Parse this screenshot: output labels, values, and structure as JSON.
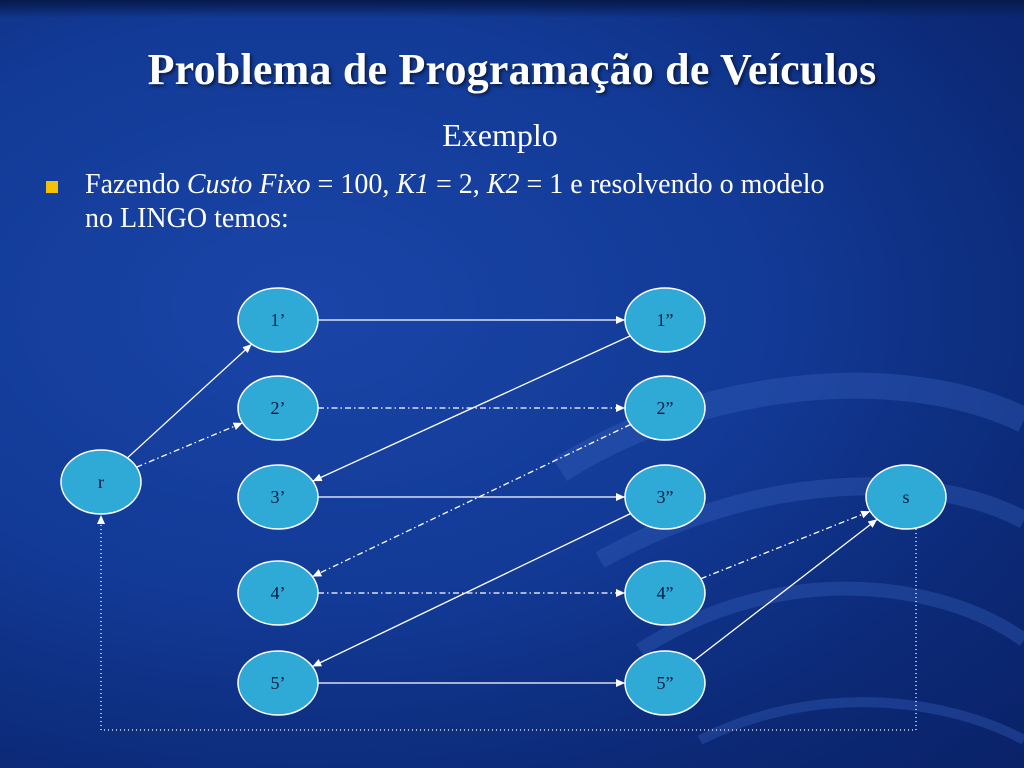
{
  "slide": {
    "title": "Problema de Programação de Veículos",
    "subtitle": "Exemplo"
  },
  "bullet": {
    "t1": "Fazendo ",
    "t2": "Custo Fixo",
    "t3": " = 100, ",
    "t4": "K1 ",
    "t5": "= 2, ",
    "t6": "K2 ",
    "t7": "= 1 e resolvendo o modelo no LINGO temos:"
  },
  "diagram": {
    "nodes": [
      {
        "id": "r",
        "label": "r"
      },
      {
        "id": "o1",
        "label": "1’"
      },
      {
        "id": "o2",
        "label": "2’"
      },
      {
        "id": "o3",
        "label": "3’"
      },
      {
        "id": "o4",
        "label": "4’"
      },
      {
        "id": "o5",
        "label": "5’"
      },
      {
        "id": "d1",
        "label": "1”"
      },
      {
        "id": "d2",
        "label": "2”"
      },
      {
        "id": "d3",
        "label": "3”"
      },
      {
        "id": "d4",
        "label": "4”"
      },
      {
        "id": "d5",
        "label": "5”"
      },
      {
        "id": "s",
        "label": "s"
      }
    ],
    "edges": [
      {
        "from": "r",
        "to": "o1",
        "style": "solid"
      },
      {
        "from": "r",
        "to": "o2",
        "style": "dashdot"
      },
      {
        "from": "o1",
        "to": "d1",
        "style": "solid"
      },
      {
        "from": "o2",
        "to": "d2",
        "style": "dashdot"
      },
      {
        "from": "o3",
        "to": "d3",
        "style": "solid"
      },
      {
        "from": "o4",
        "to": "d4",
        "style": "dashdot"
      },
      {
        "from": "o5",
        "to": "d5",
        "style": "solid"
      },
      {
        "from": "d1",
        "to": "o3",
        "style": "solid"
      },
      {
        "from": "d2",
        "to": "o4",
        "style": "dashdot"
      },
      {
        "from": "d3",
        "to": "o5",
        "style": "solid"
      },
      {
        "from": "d4",
        "to": "s",
        "style": "dashdot"
      },
      {
        "from": "d5",
        "to": "s",
        "style": "solid"
      },
      {
        "from": "s",
        "to": "r",
        "style": "dotted-return"
      }
    ],
    "colors": {
      "node_fill": "#2fa9d6",
      "node_stroke": "#ffffff",
      "edge": "#ffffff",
      "bullet": "#f2c200"
    }
  }
}
